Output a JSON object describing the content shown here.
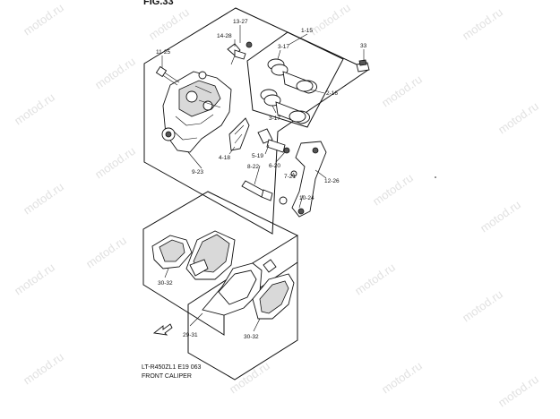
{
  "figure_title": "FIG.33",
  "caption": {
    "model_code": "LT-R450ZL1 E19 063",
    "name": "FRONT CALIPER"
  },
  "watermark_text": "motod.ru",
  "callouts": {
    "c1327": "13-27",
    "c1428": "14-28",
    "c115": "1-15",
    "c1125": "11-25",
    "c317a": "3-17",
    "c216": "2-16",
    "c317b": "3-17",
    "c33": "33",
    "c418": "4-18",
    "c519": "5-19",
    "c620": "6-20",
    "c822": "8-22",
    "c923": "9-23",
    "c721": "7-21",
    "c1226": "12-26",
    "c1024": "10-24",
    "c3032a": "30-32",
    "c3032b": "30-32",
    "c2931": "29-31"
  },
  "icons": {
    "front_arrow": "front-arrow-icon"
  },
  "colors": {
    "line": "#111111",
    "watermark": "#c9c9c9"
  }
}
